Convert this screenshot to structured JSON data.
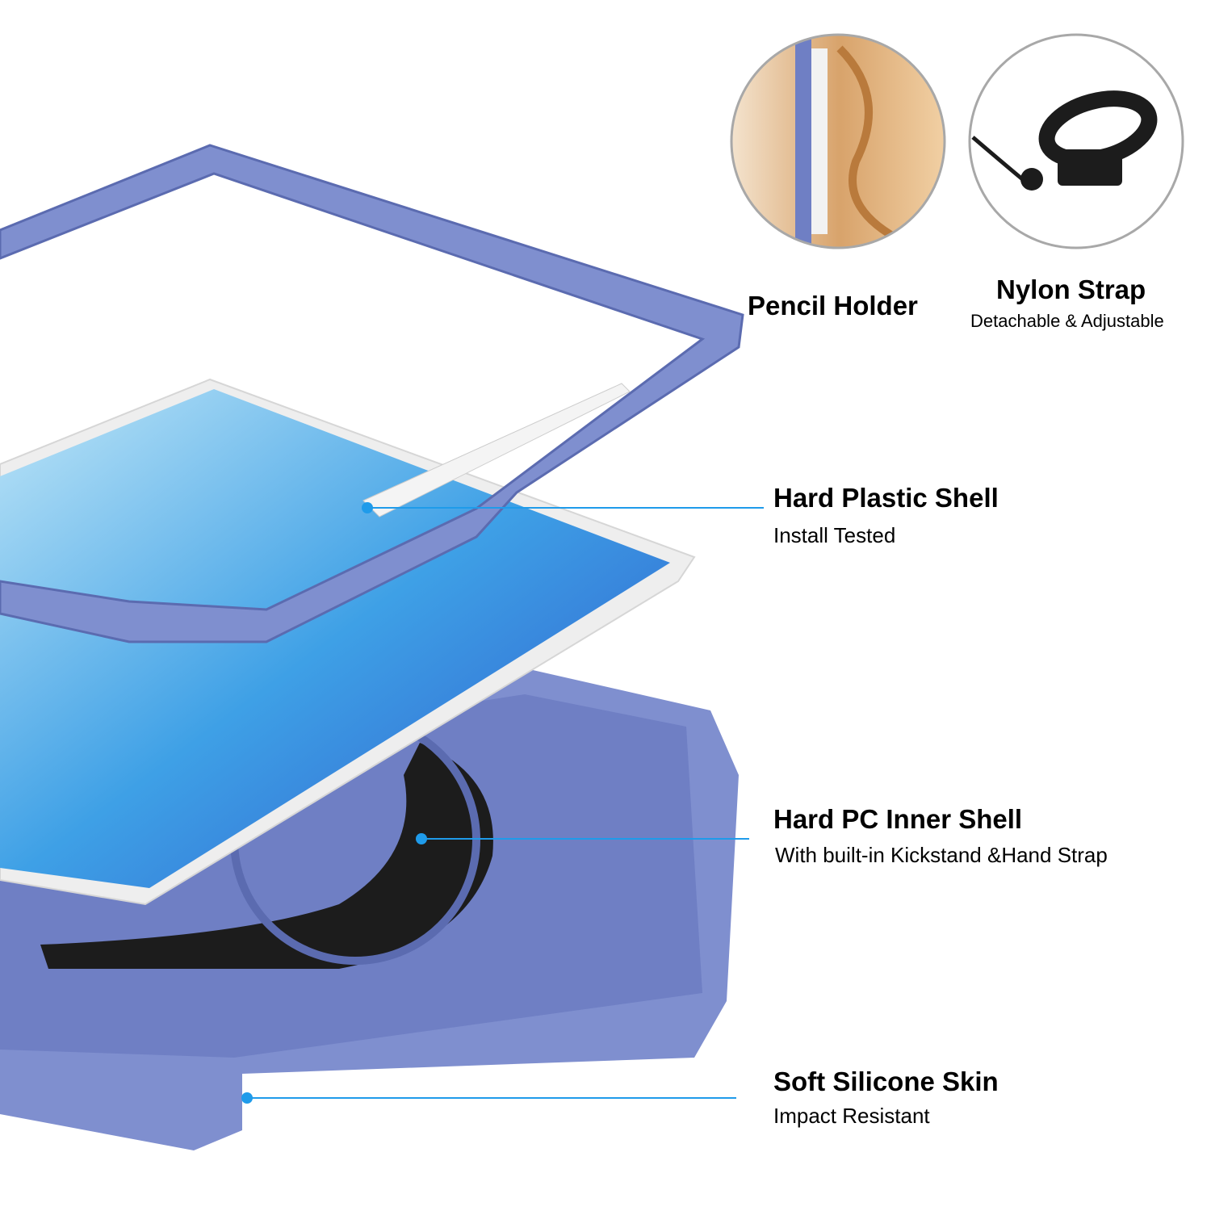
{
  "colors": {
    "case_blue": "#7f8fcf",
    "case_dark": "#5b6bb0",
    "callout_line": "#1f9bea",
    "screen": "#4aa8e6"
  },
  "insets": [
    {
      "title": "Pencil Holder"
    },
    {
      "title": "Nylon Strap",
      "subtitle": "Detachable & Adjustable"
    }
  ],
  "callouts": [
    {
      "title": "Hard Plastic Shell",
      "subtitle": "Install Tested"
    },
    {
      "title": "Hard PC Inner Shell",
      "subtitle": "With built-in Kickstand &Hand Strap"
    },
    {
      "title": "Soft Silicone Skin",
      "subtitle": "Impact Resistant"
    }
  ]
}
